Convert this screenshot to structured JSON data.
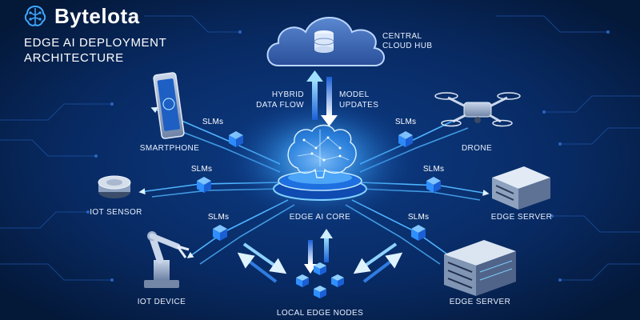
{
  "brand": {
    "name": "Bytelota"
  },
  "title": {
    "line1": "EDGE AI DEPLOYMENT",
    "line2": "ARCHITECTURE"
  },
  "cloud": {
    "line1": "CENTRAL",
    "line2": "CLOUD HUB"
  },
  "flow": {
    "hybrid_line1": "HYBRID",
    "hybrid_line2": "DATA FLOW",
    "model_line1": "MODEL",
    "model_line2": "UPDATES"
  },
  "core": {
    "label": "EDGE AI CORE"
  },
  "devices": {
    "smartphone": "SMARTPHONE",
    "iot_sensor": "IOT SENSOR",
    "iot_device": "IOT DEVICE",
    "drone": "DRONE",
    "edge_server_1": "EDGE SERVER",
    "edge_server_2": "EDGE SERVER",
    "local_nodes": "LOCAL EDGE NODES"
  },
  "links": {
    "slm_label": "SLMs"
  },
  "colors": {
    "background": "#06204f",
    "accent": "#3fa8ff",
    "glow": "#7fd0ff",
    "text": "#e8f1ff",
    "cube": "#2f8fff"
  }
}
